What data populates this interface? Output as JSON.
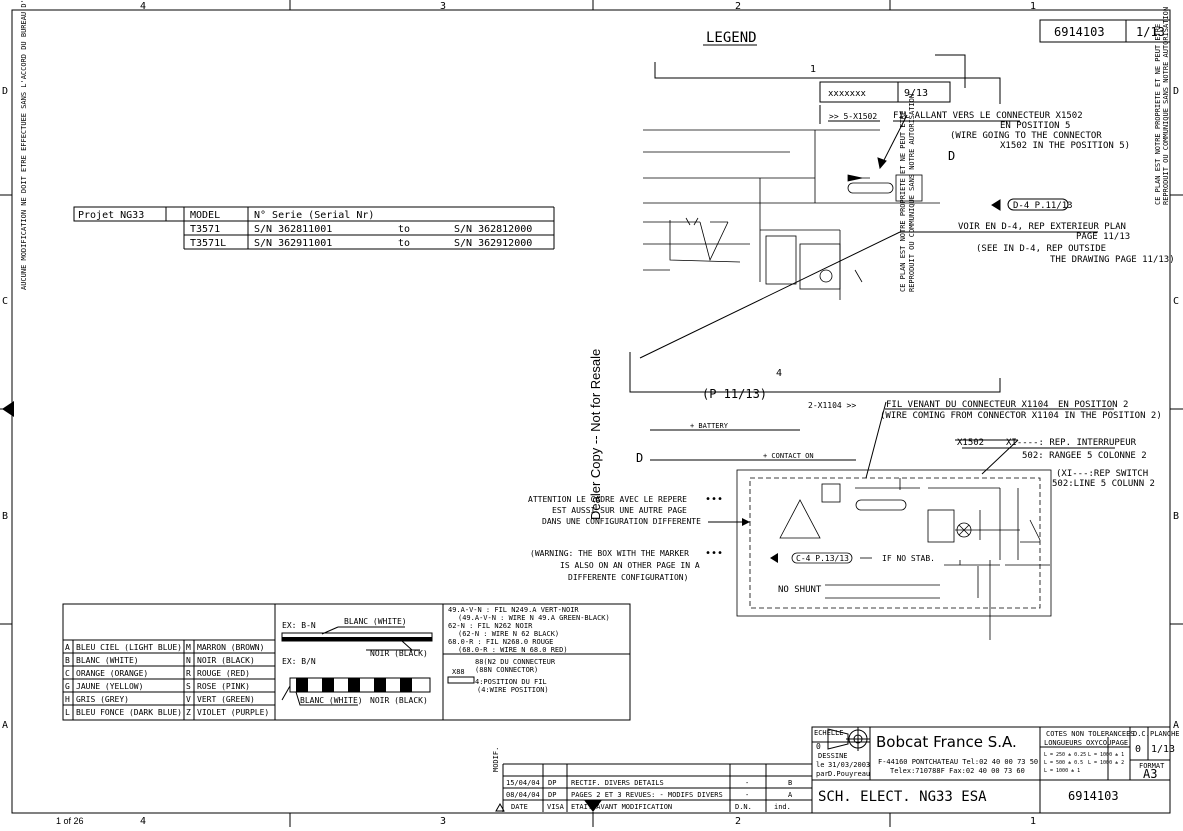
{
  "border": {
    "columns": [
      "4",
      "3",
      "2",
      "1"
    ],
    "rows": [
      "D",
      "C",
      "B",
      "A"
    ],
    "page_indicator": "1 of 26"
  },
  "legend_title": "LEGEND",
  "drawing_number": "6914103",
  "sheet_ref": "1/13",
  "side_notes": {
    "left": "AUCUNE MODIFICATION NE DOIT ETRE EFFECTUEE SANS L'ACCORD DU BUREAU D'ETUDES",
    "right_1": "CE PLAN EST NOTRE PROPRIETE ET NE PEUT ETRE",
    "right_2": "REPRODUIT OU COMMUNIQUE SANS NOTRE AUTORISATION"
  },
  "model_table": {
    "project_label": "Projet NG33",
    "headers": [
      "MODEL",
      "N° Serie (Serial Nr)"
    ],
    "rows": [
      {
        "model": "T3571",
        "from": "S/N 362811001",
        "to_word": "to",
        "to": "S/N 362812000"
      },
      {
        "model": "T3571L",
        "from": "S/N 362911001",
        "to_word": "to",
        "to": "S/N 362912000"
      }
    ]
  },
  "ref_box": {
    "code": "xxxxxxx",
    "page": "9/13",
    "callout": "1"
  },
  "wire_note": {
    "ref": ">> 5-X1502",
    "lines": [
      "FIL ALLANT VERS LE CONNECTEUR X1502",
      "EN POSITION 5",
      "(WIRE GOING TO THE CONNECTOR",
      "X1502 IN THE POSITION 5)"
    ],
    "letter": "D"
  },
  "exterior_note": {
    "bubble": "D-4 P.11/13",
    "lines": [
      "VOIR EN D-4, REP EXTERIEUR PLAN",
      "PAGE 11/13",
      "(SEE IN D-4, REP OUTSIDE",
      "THE DRAWING PAGE 11/13)"
    ]
  },
  "callout_4": "4",
  "page_p": "(P 11/13)",
  "letter_d2": "D",
  "incoming_note": {
    "ref": "2-X1104 >>",
    "lines": [
      "FIL VENANT DU CONNECTEUR X1104",
      "EN POSITION 2",
      "(WIRE COMING FROM CONNECTOR X1104 IN THE POSITION 2)"
    ]
  },
  "battery": "+ BATTERY",
  "contact_on": "+ CONTACT ON",
  "switch_note": {
    "ref": "X1502",
    "lines": [
      "XI----: REP. INTERRUPEUR",
      "502: RANGEE 5 COLONNE 2",
      "(XI---:REP SWITCH",
      "502:LINE 5 COLUNN 2"
    ]
  },
  "attention": {
    "fr": [
      "ATTENTION LE CADRE AVEC LE REPERE",
      "EST AUSSI SUR UNE AUTRE PAGE",
      "DANS UNE CONFIGURATION DIFFERENTE"
    ],
    "en": [
      "(WARNING: THE BOX WITH THE MARKER",
      "IS ALSO ON AN OTHER PAGE IN A",
      "DIFFERENTE CONFIGURATION)"
    ]
  },
  "box_labels": {
    "no_shunt": "NO SHUNT",
    "if_no_stab": "IF NO STAB.",
    "bubble": "C-4 P.13/13"
  },
  "watermark": "Dealer Copy -- Not for Resale",
  "colors": {
    "rows": [
      [
        "A",
        "BLEU CIEL (LIGHT BLUE)",
        "M",
        "MARRON (BROWN)"
      ],
      [
        "B",
        "BLANC (WHITE)",
        "N",
        "NOIR (BLACK)"
      ],
      [
        "C",
        "ORANGE (ORANGE)",
        "R",
        "ROUGE (RED)"
      ],
      [
        "G",
        "JAUNE (YELLOW)",
        "S",
        "ROSE (PINK)"
      ],
      [
        "H",
        "GRIS (GREY)",
        "V",
        "VERT (GREEN)"
      ],
      [
        "L",
        "BLEU FONCE (DARK BLUE)",
        "Z",
        "VIOLET (PURPLE)"
      ]
    ]
  },
  "wire_examples": {
    "ex1": "EX: B-N",
    "white1": "BLANC (WHITE)",
    "black1": "NOIR (BLACK)",
    "ex2": "EX: B/N",
    "white2": "BLANC (WHITE)",
    "black2": "NOIR (BLACK)"
  },
  "wire_codes": [
    "49.A-V-N : FIL N249.A VERT-NOIR",
    "(49.A-V-N : WIRE N  49.A GREEN-BLACK)",
    "62-N : FIL N262 NOIR",
    "(62-N : WIRE N  62 BLACK)",
    "68.0-R : FIL N268.0 ROUGE",
    "(68.0-R : WIRE N  68.0 RED)"
  ],
  "connector_codes": [
    "88(N2 DU CONNECTEUR",
    "(88N  CONNECTOR)",
    "4:POSITION DU FIL",
    "(4:WIRE POSITION)"
  ],
  "connector_tag": "X88",
  "revisions": {
    "side_label": "MODIF.",
    "rows": [
      [
        "15/04/04",
        "DP",
        "RECTIF. DIVERS DETAILS",
        "-",
        "B"
      ],
      [
        "08/04/04",
        "DP",
        "PAGES 2 ET 3 REVUES: - MODIFS DIVERS",
        "-",
        "A"
      ]
    ],
    "header": [
      "DATE",
      "VISA",
      "ETAIT AVANT MODIFICATION",
      "D.N.",
      "ind."
    ]
  },
  "title_block": {
    "scale_label": "ECHELLE",
    "scale": "0",
    "company": "Bobcat France S.A.",
    "address": "F-44160 PONTCHATEAU Tel:02 40 00 73 50",
    "telex": "Telex:710788F Fax:02 40 00 73 60",
    "dessine": "DESSINE",
    "date_label": "le",
    "date": "31/03/2003",
    "by_label": "par",
    "by": "D.Pouyreau",
    "tolerance_title": "COTES NON TOLERANCEES",
    "tol_headers": [
      "LONGUEURS",
      "OXYCOUPAGE"
    ],
    "tol_values": [
      "L = 250   ± 0.25",
      "L = 500   ± 0.5",
      "L = 1000 ± 1",
      "L = 1000 ± 1",
      "L = 1000 ± 2"
    ],
    "dc_label": "D.C.",
    "dc_value": "0",
    "planche_label": "PLANCHE",
    "planche_value": "1/13",
    "format_label": "FORMAT",
    "format_value": "A3",
    "title": "SCH. ELECT. NG33 ESA",
    "number": "6914103"
  }
}
